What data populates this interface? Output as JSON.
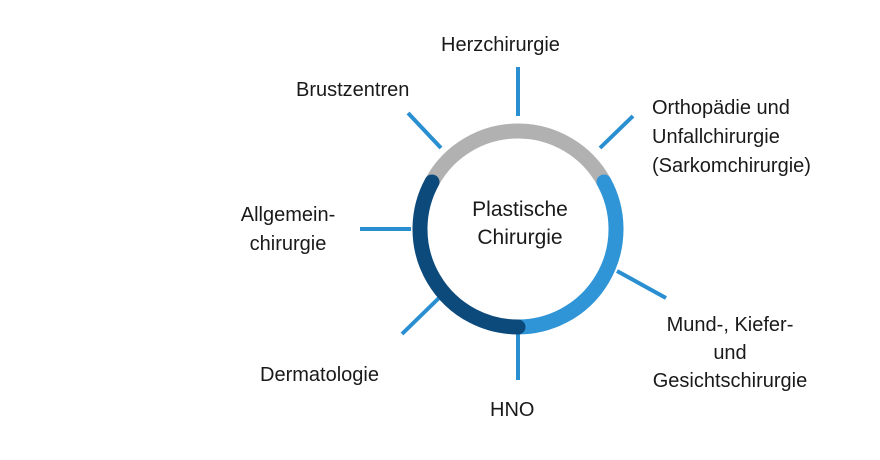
{
  "center": {
    "line1": "Plastische",
    "line2": "Chirurgie"
  },
  "specialties": [
    {
      "lines": [
        "Herzchirurgie"
      ]
    },
    {
      "lines": [
        "Orthopädie und",
        "Unfallchirurgie",
        "(Sarkomchirurgie)"
      ]
    },
    {
      "lines": [
        "Mund-, Kiefer-",
        "und",
        "Gesichtschirurgie"
      ]
    },
    {
      "lines": [
        "HNO"
      ]
    },
    {
      "lines": [
        "Dermatologie"
      ]
    },
    {
      "lines": [
        "Allgemein-",
        "chirurgie"
      ]
    },
    {
      "lines": [
        "Brustzentren"
      ]
    }
  ],
  "colors": {
    "ring_gray": "#b1b1b1",
    "ring_light_blue": "#2f95d6",
    "ring_dark_blue": "#0c4a7c",
    "spoke": "#2a8fd1",
    "text": "#1a1a1a"
  }
}
